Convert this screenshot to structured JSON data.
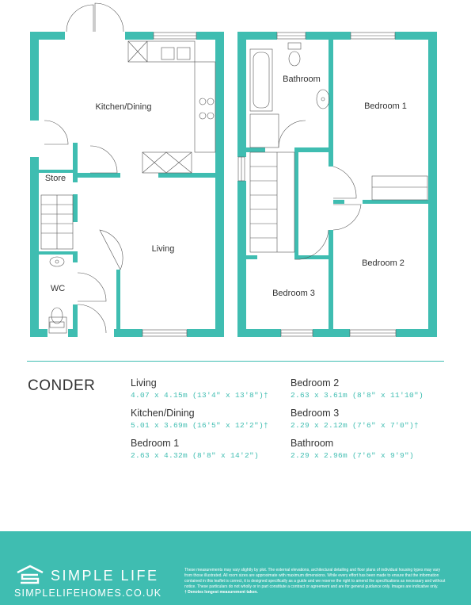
{
  "floorplan": {
    "rooms": {
      "kitchen_dining": "Kitchen/Dining",
      "store": "Store",
      "living": "Living",
      "wc": "WC",
      "bathroom": "Bathroom",
      "bedroom_1": "Bedroom 1",
      "bedroom_2": "Bedroom 2",
      "bedroom_3": "Bedroom 3"
    }
  },
  "house_name": "CONDER",
  "room_schedule": [
    {
      "name": "Living",
      "dims": "4.07 x 4.15m (13'4\" x 13'8\")†"
    },
    {
      "name": "Kitchen/Dining",
      "dims": "5.01 x 3.69m (16'5\" x 12'2\")†"
    },
    {
      "name": "Bedroom 1",
      "dims": "2.63 x 4.32m (8'8\" x 14'2\")"
    },
    {
      "name": "Bedroom 2",
      "dims": "2.63 x 3.61m (8'8\" x 11'10\")"
    },
    {
      "name": "Bedroom 3",
      "dims": "2.29 x 2.12m (7'6\" x 7'0\")†"
    },
    {
      "name": "Bathroom",
      "dims": "2.29 x 2.96m (7'6\" x 9'9\")"
    }
  ],
  "footer": {
    "brand": "SIMPLE LIFE",
    "url": "SIMPLELIFEHOMES.CO.UK",
    "disclaimer": "These measurements may vary slightly by plot. The external elevations, architectural detailing and floor plans of individual housing types may vary from those illustrated. All room sizes are approximate with maximum dimensions. While every effort has been made to ensure that the information contained in this leaflet is correct, it is designed specifically as a guide and we reserve the right to amend the specifications as necessary and without notice. These particulars do not wholly or in part constitute a contract or agreement and are for general guidance only. Images are indicative only.",
    "note": "† Denotes longest measurement taken."
  },
  "colors": {
    "accent": "#3fbdb1",
    "footer_bg": "#3fbdb1",
    "text": "#333333"
  }
}
